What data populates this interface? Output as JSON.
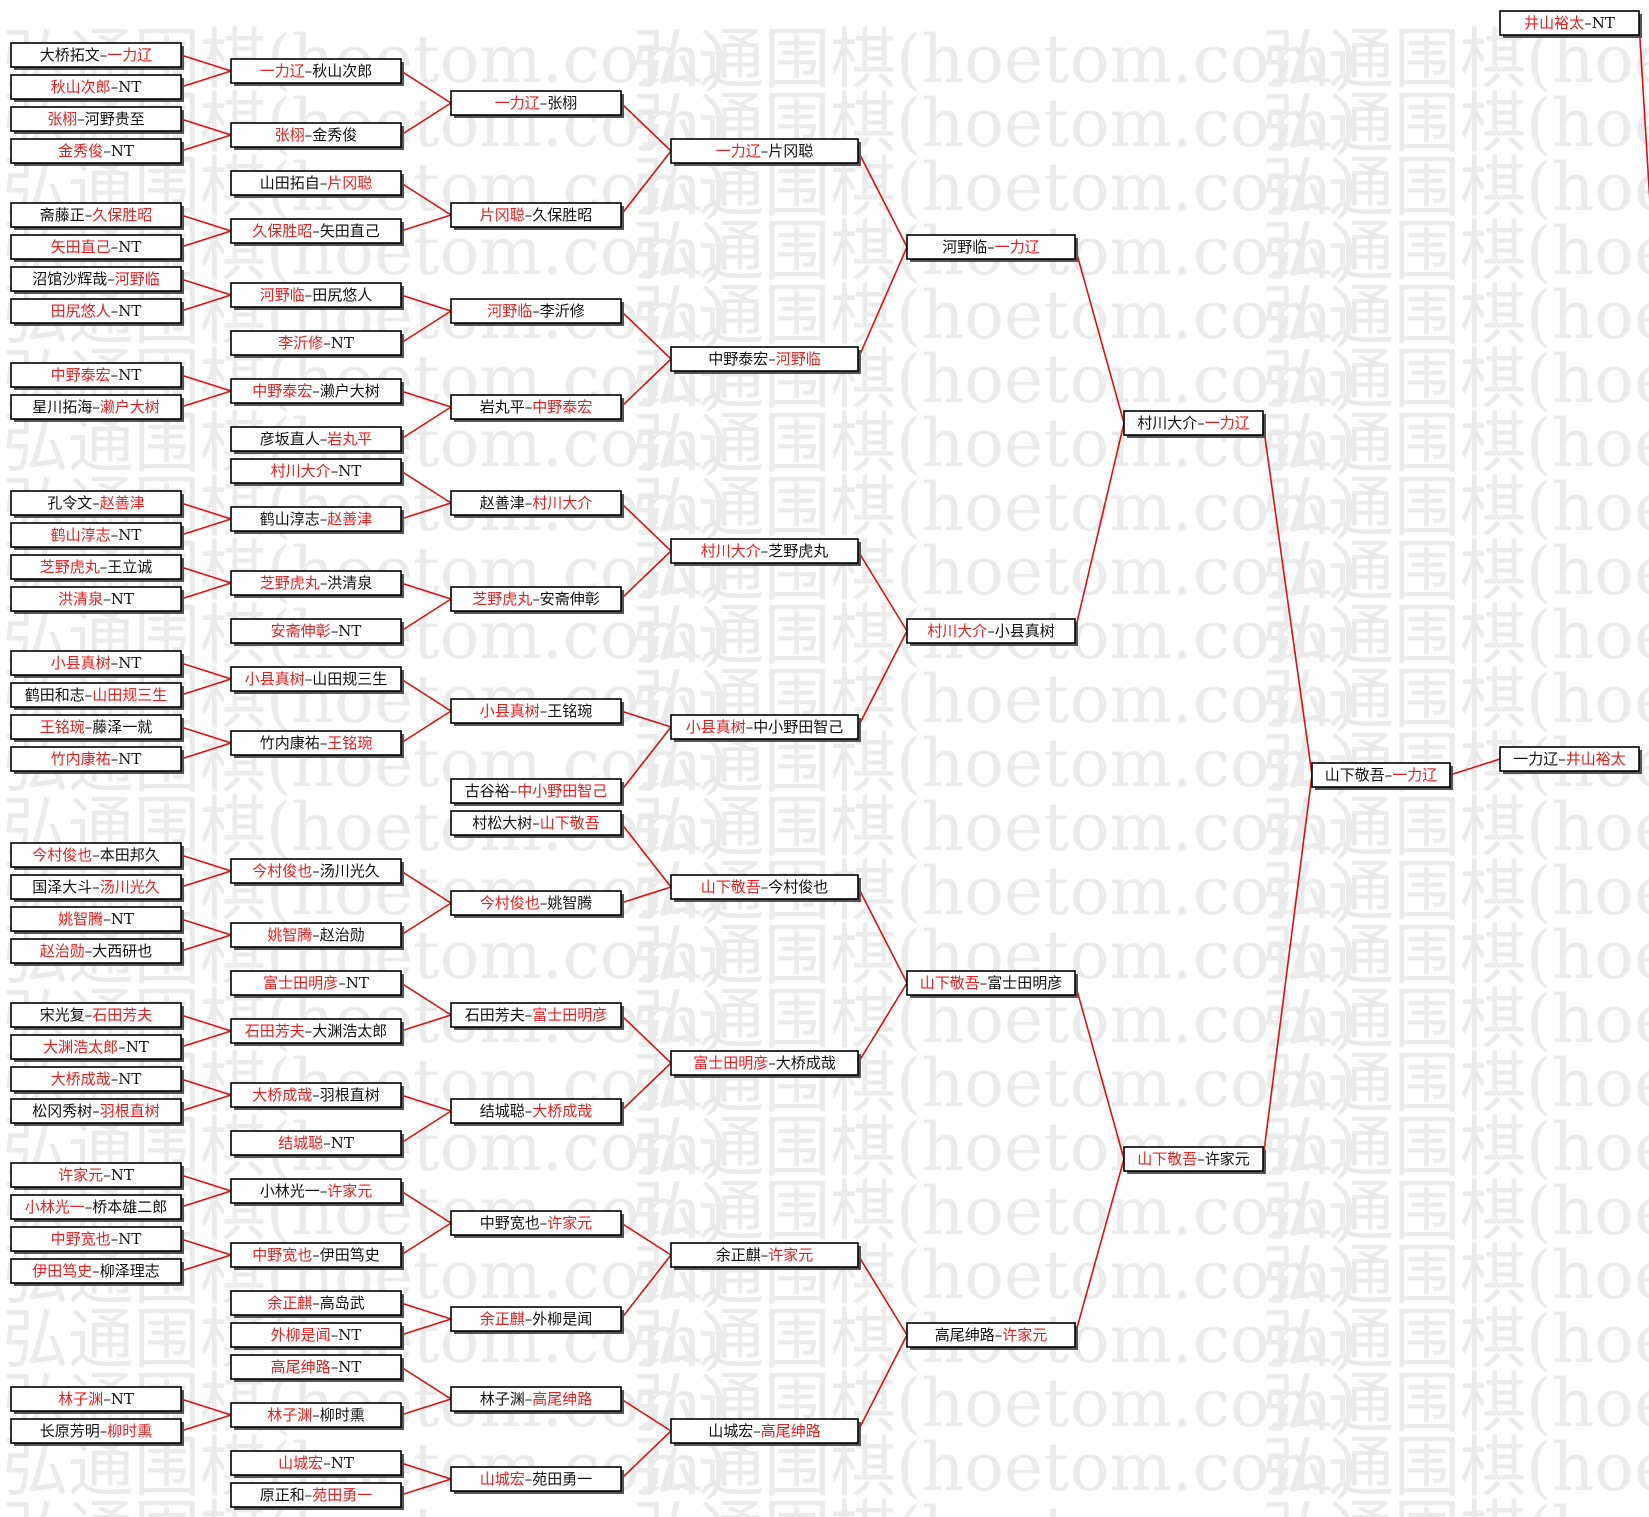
{
  "watermark": {
    "text": "弘通围棋(hoetom.com)"
  },
  "colors": {
    "winner": "#e32020",
    "connector": "#dd1010",
    "border": "#000000"
  },
  "columns": [
    {
      "name": "round-1",
      "matches": [
        {
          "a": "大桥拓文",
          "b": "一力辽",
          "w": "b"
        },
        {
          "a": "秋山次郎",
          "b": "NT",
          "w": "a"
        },
        {
          "a": "张栩",
          "b": "河野贵至",
          "w": "a"
        },
        {
          "a": "金秀俊",
          "b": "NT",
          "w": "a"
        },
        {
          "a": "斋藤正",
          "b": "久保胜昭",
          "w": "b"
        },
        {
          "a": "矢田直己",
          "b": "NT",
          "w": "a"
        },
        {
          "a": "沼馆沙辉哉",
          "b": "河野临",
          "w": "b"
        },
        {
          "a": "田尻悠人",
          "b": "NT",
          "w": "a"
        },
        {
          "a": "中野泰宏",
          "b": "NT",
          "w": "a"
        },
        {
          "a": "星川拓海",
          "b": "濑户大树",
          "w": "b"
        },
        {
          "a": "孔令文",
          "b": "赵善津",
          "w": "b"
        },
        {
          "a": "鹤山淳志",
          "b": "NT",
          "w": "a"
        },
        {
          "a": "芝野虎丸",
          "b": "王立诚",
          "w": "a"
        },
        {
          "a": "洪清泉",
          "b": "NT",
          "w": "a"
        },
        {
          "a": "小县真树",
          "b": "NT",
          "w": "a"
        },
        {
          "a": "鹤田和志",
          "b": "山田规三生",
          "w": "b"
        },
        {
          "a": "王铭琬",
          "b": "藤泽一就",
          "w": "a"
        },
        {
          "a": "竹内康祐",
          "b": "NT",
          "w": "a"
        },
        {
          "a": "今村俊也",
          "b": "本田邦久",
          "w": "a"
        },
        {
          "a": "国泽大斗",
          "b": "汤川光久",
          "w": "b"
        },
        {
          "a": "姚智腾",
          "b": "NT",
          "w": "a"
        },
        {
          "a": "赵治勋",
          "b": "大西研也",
          "w": "a"
        },
        {
          "a": "宋光复",
          "b": "石田芳夫",
          "w": "b"
        },
        {
          "a": "大渊浩太郎",
          "b": "NT",
          "w": "a"
        },
        {
          "a": "大桥成哉",
          "b": "NT",
          "w": "a"
        },
        {
          "a": "松冈秀树",
          "b": "羽根直树",
          "w": "b"
        },
        {
          "a": "许家元",
          "b": "NT",
          "w": "a"
        },
        {
          "a": "小林光一",
          "b": "桥本雄二郎",
          "w": "a"
        },
        {
          "a": "中野宽也",
          "b": "NT",
          "w": "a"
        },
        {
          "a": "伊田笃史",
          "b": "柳泽理志",
          "w": "a"
        },
        {
          "a": "林子渊",
          "b": "NT",
          "w": "a"
        },
        {
          "a": "长原芳明",
          "b": "柳时熏",
          "w": "b"
        }
      ]
    },
    {
      "name": "round-2",
      "matches": [
        {
          "a": "一力辽",
          "b": "秋山次郎",
          "w": "a"
        },
        {
          "a": "张栩",
          "b": "金秀俊",
          "w": "a"
        },
        {
          "a": "山田拓自",
          "b": "片冈聪",
          "w": "b"
        },
        {
          "a": "久保胜昭",
          "b": "矢田直己",
          "w": "a"
        },
        {
          "a": "河野临",
          "b": "田尻悠人",
          "w": "a"
        },
        {
          "a": "李沂修",
          "b": "NT",
          "w": "a"
        },
        {
          "a": "中野泰宏",
          "b": "濑户大树",
          "w": "a"
        },
        {
          "a": "彦坂直人",
          "b": "岩丸平",
          "w": "b"
        },
        {
          "a": "村川大介",
          "b": "NT",
          "w": "a"
        },
        {
          "a": "鹤山淳志",
          "b": "赵善津",
          "w": "b"
        },
        {
          "a": "芝野虎丸",
          "b": "洪清泉",
          "w": "a"
        },
        {
          "a": "安斋伸彰",
          "b": "NT",
          "w": "a"
        },
        {
          "a": "小县真树",
          "b": "山田规三生",
          "w": "a"
        },
        {
          "a": "竹内康祐",
          "b": "王铭琬",
          "w": "b"
        },
        {
          "a": "今村俊也",
          "b": "汤川光久",
          "w": "a"
        },
        {
          "a": "姚智腾",
          "b": "赵治勋",
          "w": "a"
        },
        {
          "a": "富士田明彦",
          "b": "NT",
          "w": "a"
        },
        {
          "a": "石田芳夫",
          "b": "大渊浩太郎",
          "w": "a"
        },
        {
          "a": "大桥成哉",
          "b": "羽根直树",
          "w": "a"
        },
        {
          "a": "结城聪",
          "b": "NT",
          "w": "a"
        },
        {
          "a": "小林光一",
          "b": "许家元",
          "w": "b"
        },
        {
          "a": "中野宽也",
          "b": "伊田笃史",
          "w": "a"
        },
        {
          "a": "余正麒",
          "b": "高岛武",
          "w": "a"
        },
        {
          "a": "外柳是闻",
          "b": "NT",
          "w": "a"
        },
        {
          "a": "高尾绅路",
          "b": "NT",
          "w": "a"
        },
        {
          "a": "林子渊",
          "b": "柳时熏",
          "w": "a"
        },
        {
          "a": "山城宏",
          "b": "NT",
          "w": "a"
        },
        {
          "a": "原正和",
          "b": "苑田勇一",
          "w": "b"
        }
      ]
    },
    {
      "name": "round-3",
      "matches": [
        {
          "a": "一力辽",
          "b": "张栩",
          "w": "a"
        },
        {
          "a": "片冈聪",
          "b": "久保胜昭",
          "w": "a"
        },
        {
          "a": "河野临",
          "b": "李沂修",
          "w": "a"
        },
        {
          "a": "岩丸平",
          "b": "中野泰宏",
          "w": "b"
        },
        {
          "a": "赵善津",
          "b": "村川大介",
          "w": "b"
        },
        {
          "a": "芝野虎丸",
          "b": "安斋伸彰",
          "w": "a"
        },
        {
          "a": "小县真树",
          "b": "王铭琬",
          "w": "a"
        },
        {
          "a": "古谷裕",
          "b": "中小野田智己",
          "w": "b"
        },
        {
          "a": "村松大树",
          "b": "山下敬吾",
          "w": "b"
        },
        {
          "a": "今村俊也",
          "b": "姚智腾",
          "w": "a"
        },
        {
          "a": "石田芳夫",
          "b": "富士田明彦",
          "w": "b"
        },
        {
          "a": "结城聪",
          "b": "大桥成哉",
          "w": "b"
        },
        {
          "a": "中野宽也",
          "b": "许家元",
          "w": "b"
        },
        {
          "a": "余正麒",
          "b": "外柳是闻",
          "w": "a"
        },
        {
          "a": "林子渊",
          "b": "高尾绅路",
          "w": "b"
        },
        {
          "a": "山城宏",
          "b": "苑田勇一",
          "w": "a"
        }
      ]
    },
    {
      "name": "round-4",
      "matches": [
        {
          "a": "一力辽",
          "b": "片冈聪",
          "w": "a"
        },
        {
          "a": "中野泰宏",
          "b": "河野临",
          "w": "b"
        },
        {
          "a": "村川大介",
          "b": "芝野虎丸",
          "w": "a"
        },
        {
          "a": "小县真树",
          "b": "中小野田智己",
          "w": "a"
        },
        {
          "a": "山下敬吾",
          "b": "今村俊也",
          "w": "a"
        },
        {
          "a": "富士田明彦",
          "b": "大桥成哉",
          "w": "a"
        },
        {
          "a": "余正麒",
          "b": "许家元",
          "w": "b"
        },
        {
          "a": "山城宏",
          "b": "高尾绅路",
          "w": "b"
        }
      ]
    },
    {
      "name": "round-5",
      "matches": [
        {
          "a": "河野临",
          "b": "一力辽",
          "w": "b"
        },
        {
          "a": "村川大介",
          "b": "小县真树",
          "w": "a"
        },
        {
          "a": "山下敬吾",
          "b": "富士田明彦",
          "w": "a"
        },
        {
          "a": "高尾绅路",
          "b": "许家元",
          "w": "b"
        }
      ]
    },
    {
      "name": "round-6",
      "matches": [
        {
          "a": "村川大介",
          "b": "一力辽",
          "w": "b"
        },
        {
          "a": "山下敬吾",
          "b": "许家元",
          "w": "a"
        }
      ]
    },
    {
      "name": "round-7",
      "matches": [
        {
          "a": "山下敬吾",
          "b": "一力辽",
          "w": "b"
        }
      ]
    },
    {
      "name": "round-8",
      "matches": [
        {
          "a": "井山裕太",
          "b": "NT",
          "w": "a"
        },
        {
          "a": "一力辽",
          "b": "井山裕太",
          "w": "b"
        }
      ]
    }
  ]
}
